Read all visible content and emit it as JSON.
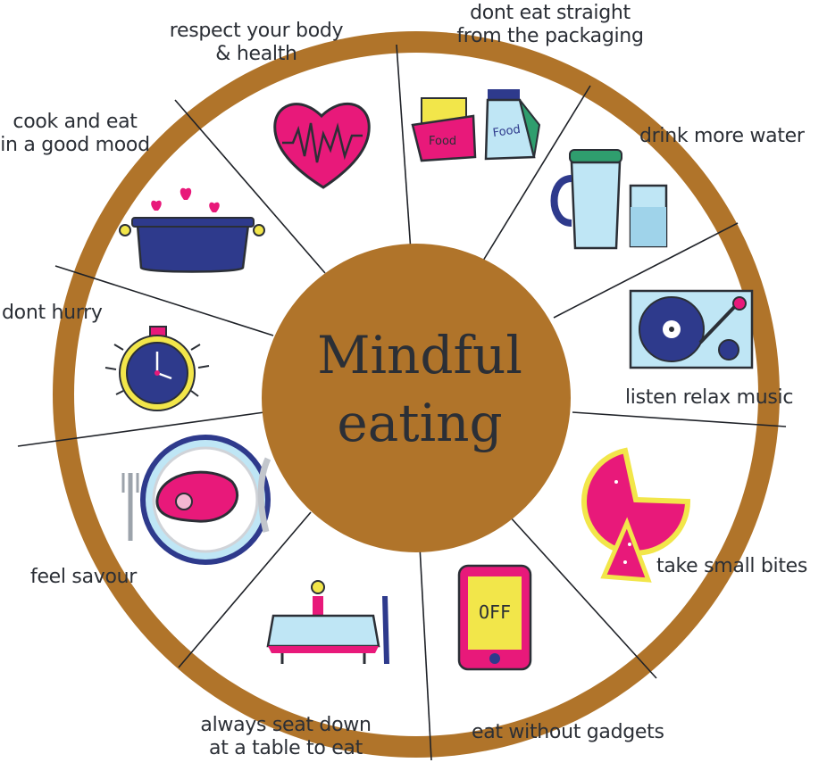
{
  "center": {
    "line1": "Mindful",
    "line2": "eating"
  },
  "colors": {
    "rim": "#b0742a",
    "hub": "#b0742a",
    "ink": "#2b2f36",
    "pink": "#e8197a",
    "navy": "#2e3a8c",
    "lightblue": "#bfe6f5",
    "yellow": "#f2e64a",
    "green": "#2f9e6e"
  },
  "segments": [
    {
      "id": "health",
      "icon": "heart-pulse-icon",
      "lines": [
        "respect your body",
        "& health"
      ]
    },
    {
      "id": "packaging",
      "icon": "food-packages-icon",
      "lines": [
        "dont eat straight",
        "from the packaging"
      ]
    },
    {
      "id": "water",
      "icon": "water-jug-glass-icon",
      "lines": [
        "drink more water"
      ]
    },
    {
      "id": "music",
      "icon": "record-player-icon",
      "lines": [
        "listen relax music"
      ]
    },
    {
      "id": "bites",
      "icon": "pie-slice-icon",
      "lines": [
        "take small bites"
      ]
    },
    {
      "id": "gadgets",
      "icon": "phone-off-icon",
      "lines": [
        "eat without gadgets"
      ],
      "screen_text": "OFF"
    },
    {
      "id": "table",
      "icon": "dining-table-icon",
      "lines": [
        "always seat down",
        "at a table to eat"
      ]
    },
    {
      "id": "savour",
      "icon": "steak-plate-icon",
      "lines": [
        "feel savour"
      ]
    },
    {
      "id": "hurry",
      "icon": "stopwatch-icon",
      "lines": [
        "dont hurry"
      ]
    },
    {
      "id": "mood",
      "icon": "cooking-pot-icon",
      "lines": [
        "cook and eat",
        "in a good mood"
      ]
    }
  ]
}
